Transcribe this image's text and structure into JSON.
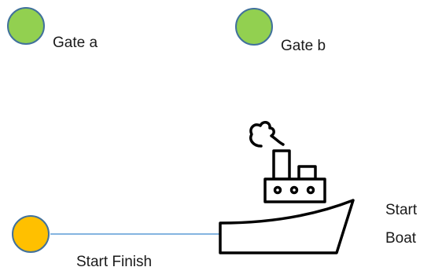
{
  "labels": {
    "gate_a": "Gate a",
    "gate_b": "Gate b",
    "start_finish": "Start Finish",
    "boat_line1": "Start",
    "boat_line2": "Boat"
  },
  "colors": {
    "gate_fill": "#92d050",
    "gate_stroke": "#41719c",
    "start_finish_fill": "#ffc000",
    "start_line": "#5b9bd5",
    "boat_stroke": "#000000"
  },
  "icons": {
    "boat": "steamboat-icon"
  }
}
